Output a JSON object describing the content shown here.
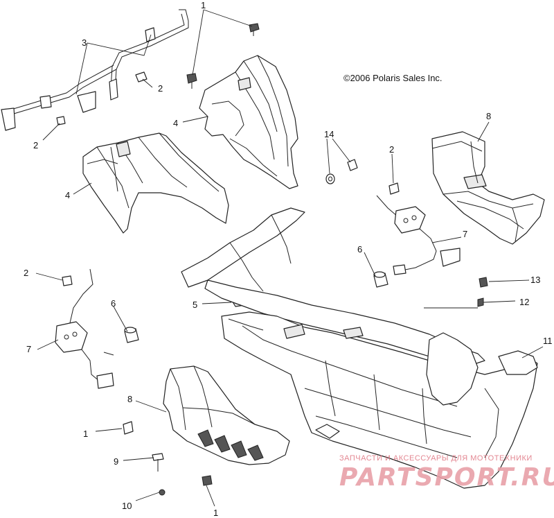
{
  "copyright": "©2006 Polaris Sales Inc.",
  "watermark": {
    "line1": "ЗАПЧАСТИ И АКСЕССУАРЫ ДЛЯ МОТОТЕХНИКИ",
    "line2": "PARTSPORT.RU",
    "color": "#e07a86"
  },
  "callouts": {
    "c1a": "1",
    "c1b": "1",
    "c1c": "1",
    "c2a": "2",
    "c2b": "2",
    "c2c": "2",
    "c2d": "2",
    "c3": "3",
    "c4a": "4",
    "c4b": "4",
    "c5": "5",
    "c6a": "6",
    "c6b": "6",
    "c7a": "7",
    "c7b": "7",
    "c8a": "8",
    "c8b": "8",
    "c9": "9",
    "c10": "10",
    "c11": "11",
    "c12": "12",
    "c13": "13",
    "c14": "14"
  }
}
